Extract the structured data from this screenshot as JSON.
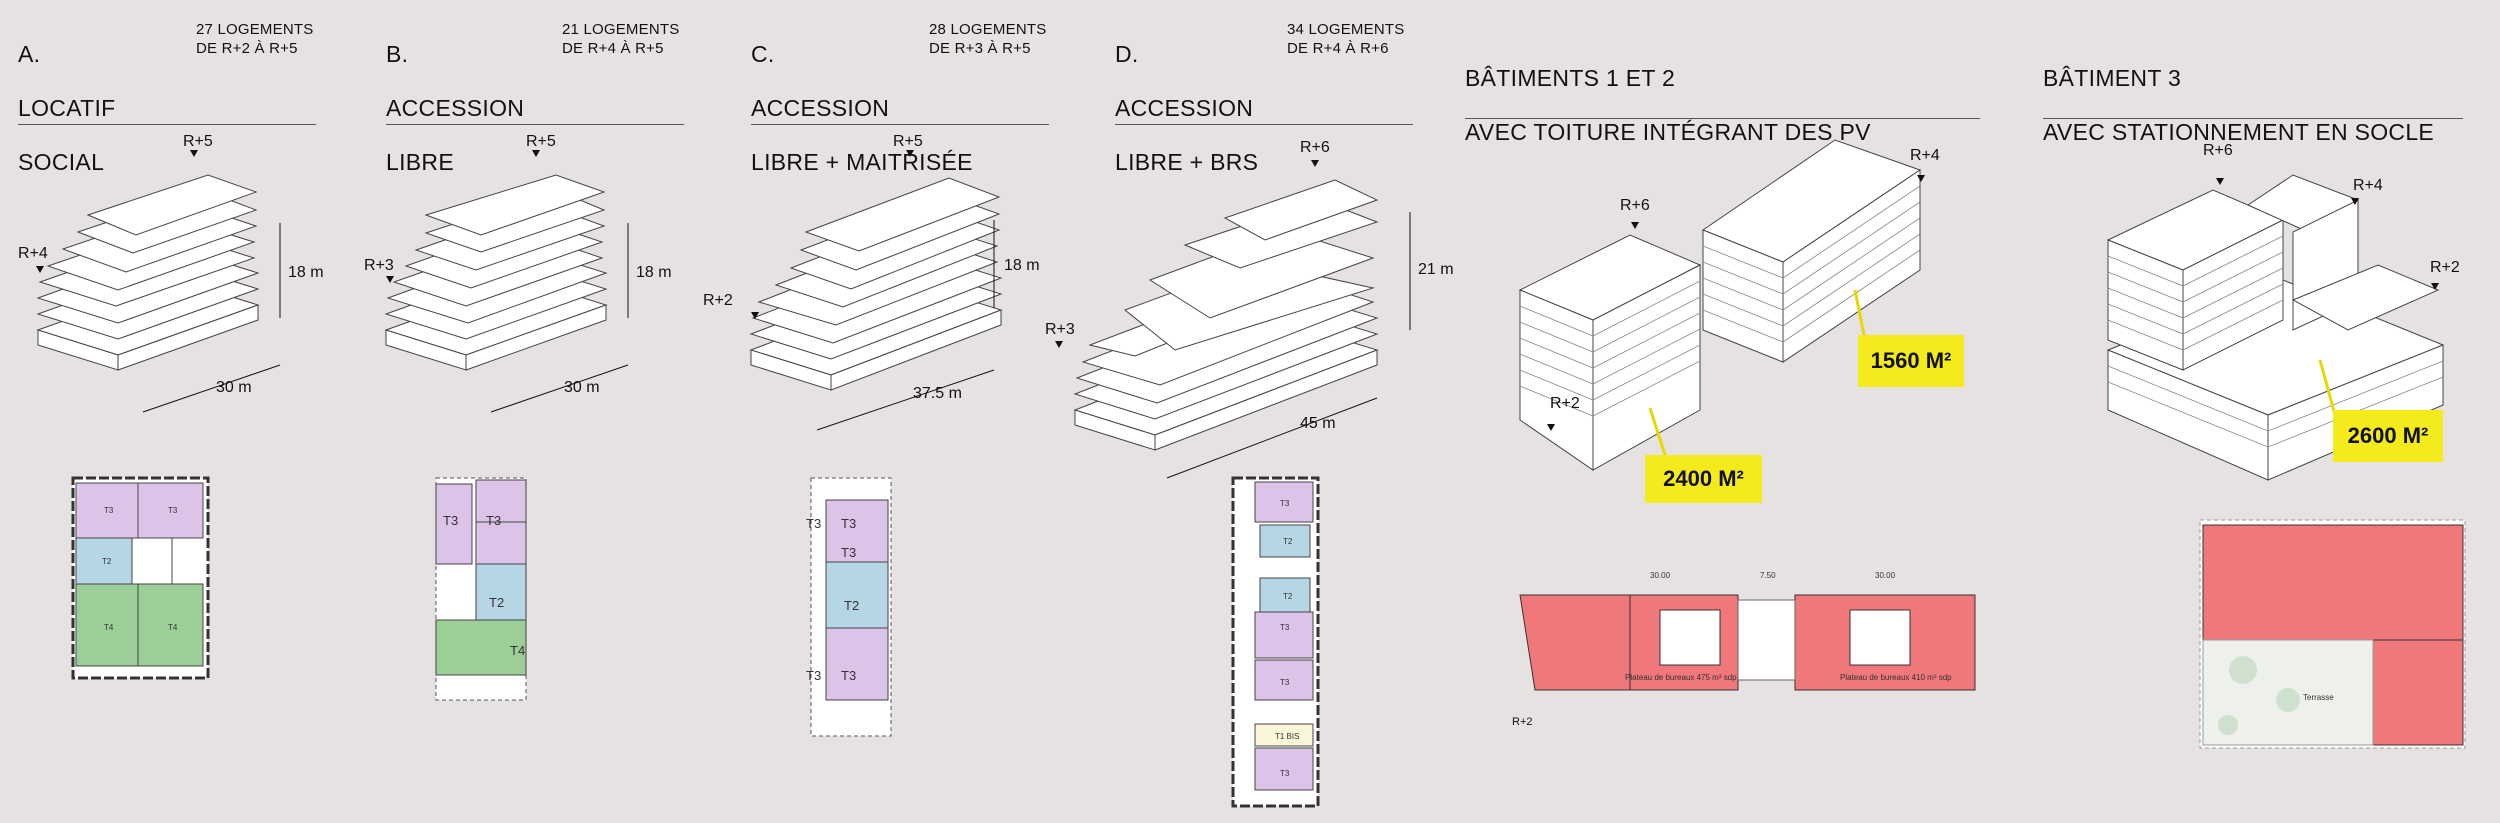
{
  "panels": [
    {
      "title_lines": [
        "A.",
        "LOCATIF",
        "SOCIAL"
      ],
      "subtitle_lines": [
        "27 LOGEMENTS",
        "DE R+2 À R+5"
      ],
      "levels": [
        "R+5",
        "R+4"
      ],
      "height": "18 m",
      "length": "30 m",
      "units": [
        "T3",
        "T3",
        "T2",
        "T4",
        "T4"
      ]
    },
    {
      "title_lines": [
        "B.",
        "ACCESSION",
        "LIBRE"
      ],
      "subtitle_lines": [
        "21 LOGEMENTS",
        "DE R+4 À R+5"
      ],
      "levels": [
        "R+5",
        "R+3"
      ],
      "height": "18 m",
      "length": "30 m",
      "units": [
        "T3",
        "T3",
        "T2",
        "T4"
      ]
    },
    {
      "title_lines": [
        "C.",
        "ACCESSION",
        "LIBRE + MAITRISÉE"
      ],
      "subtitle_lines": [
        "28 LOGEMENTS",
        "DE R+3 À R+5"
      ],
      "levels": [
        "R+5",
        "R+2"
      ],
      "height": "18 m",
      "length": "37.5 m",
      "units": [
        "T3",
        "T3",
        "T3",
        "T2",
        "T3",
        "T3"
      ]
    },
    {
      "title_lines": [
        "D.",
        "ACCESSION",
        "LIBRE + BRS"
      ],
      "subtitle_lines": [
        "34 LOGEMENTS",
        "DE R+4 À R+6"
      ],
      "levels": [
        "R+6",
        "R+3"
      ],
      "height": "21 m",
      "length": "45 m",
      "units": [
        "T3",
        "T2",
        "T2",
        "T3",
        "T3",
        "T1 BIS",
        "T3"
      ]
    },
    {
      "title_lines": [
        "BÂTIMENTS 1 ET 2",
        "AVEC TOITURE INTÉGRANT DES PV"
      ],
      "levels": [
        "R+6",
        "R+4",
        "R+2"
      ],
      "areas": [
        "1560 M²",
        "2400 M²"
      ],
      "plan": {
        "dims": [
          "30.00",
          "7.50",
          "30.00"
        ],
        "left_label": "Plateau de bureaux 475 m² sdp",
        "right_label": "Plateau de bureaux 410 m² sdp",
        "level": "R+2"
      }
    },
    {
      "title_lines": [
        "BÂTIMENT 3",
        "AVEC STATIONNEMENT EN SOCLE"
      ],
      "levels": [
        "R+6",
        "R+4",
        "R+2"
      ],
      "areas": [
        "2600 M²"
      ],
      "plan": {
        "terrace": "Terrasse"
      }
    }
  ],
  "colors": {
    "background": "#e6e2e1",
    "t3": "#dcc3e8",
    "t2": "#b6d6e6",
    "t4": "#9ccf98",
    "office": "#f0777a",
    "highlight": "#f5ea1c"
  }
}
